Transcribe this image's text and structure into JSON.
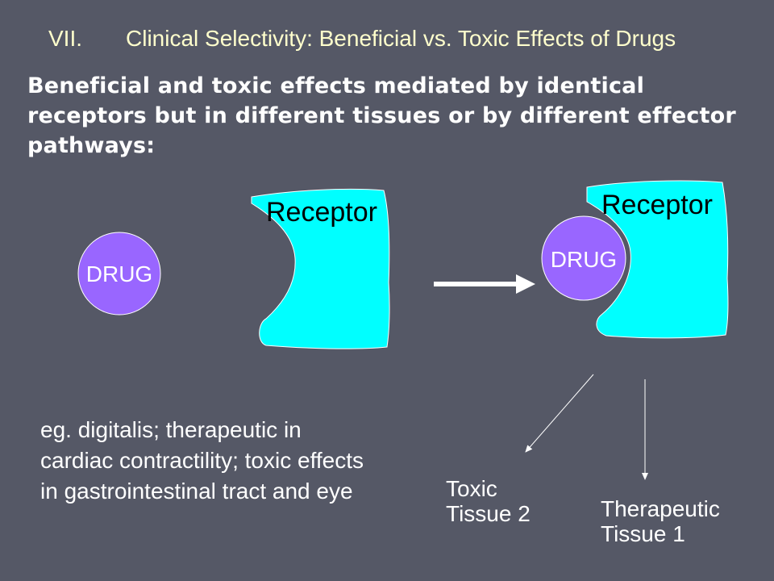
{
  "slide": {
    "number": "VII.",
    "title": "Clinical Selectivity: Beneficial vs. Toxic Effects of Drugs",
    "subtitle": "Beneficial and toxic effects mediated by identical receptors but in different tissues or by different effector pathways:"
  },
  "diagram": {
    "drug_label": "DRUG",
    "receptor_label": "Receptor",
    "toxic_line1": "Toxic",
    "toxic_line2": "Tissue 2",
    "therapeutic_line1": "Therapeutic",
    "therapeutic_line2": "Tissue 1"
  },
  "example_text": " eg. digitalis; therapeutic in cardiac contractility; toxic effects in gastrointestinal tract and eye",
  "colors": {
    "background": "#555866",
    "title": "#ffffcc",
    "drug": "#9966ff",
    "receptor": "#00ffff"
  }
}
